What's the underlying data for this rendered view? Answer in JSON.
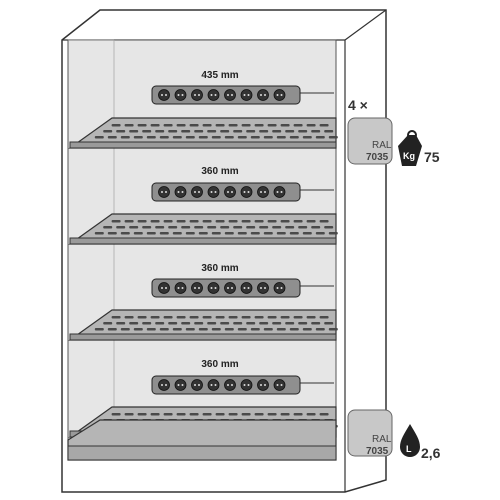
{
  "shelf_count_label": "4 ×",
  "shelves": [
    {
      "height_label": "435 mm"
    },
    {
      "height_label": "360 mm"
    },
    {
      "height_label": "360 mm"
    },
    {
      "height_label": "360 mm"
    }
  ],
  "shelf_color": {
    "ral_label": "RAL",
    "ral_code": "7035"
  },
  "sump_color": {
    "ral_label": "RAL",
    "ral_code": "7035"
  },
  "load": {
    "icon_text": "Kg",
    "value": "75"
  },
  "sump_volume": {
    "icon_text": "L",
    "value": "2,6"
  },
  "colors": {
    "interior": "#e6e6e6",
    "shelf": "#b5b5b5",
    "outline": "#333333",
    "swatch": "#c8c8c8"
  },
  "socket_count": 8
}
